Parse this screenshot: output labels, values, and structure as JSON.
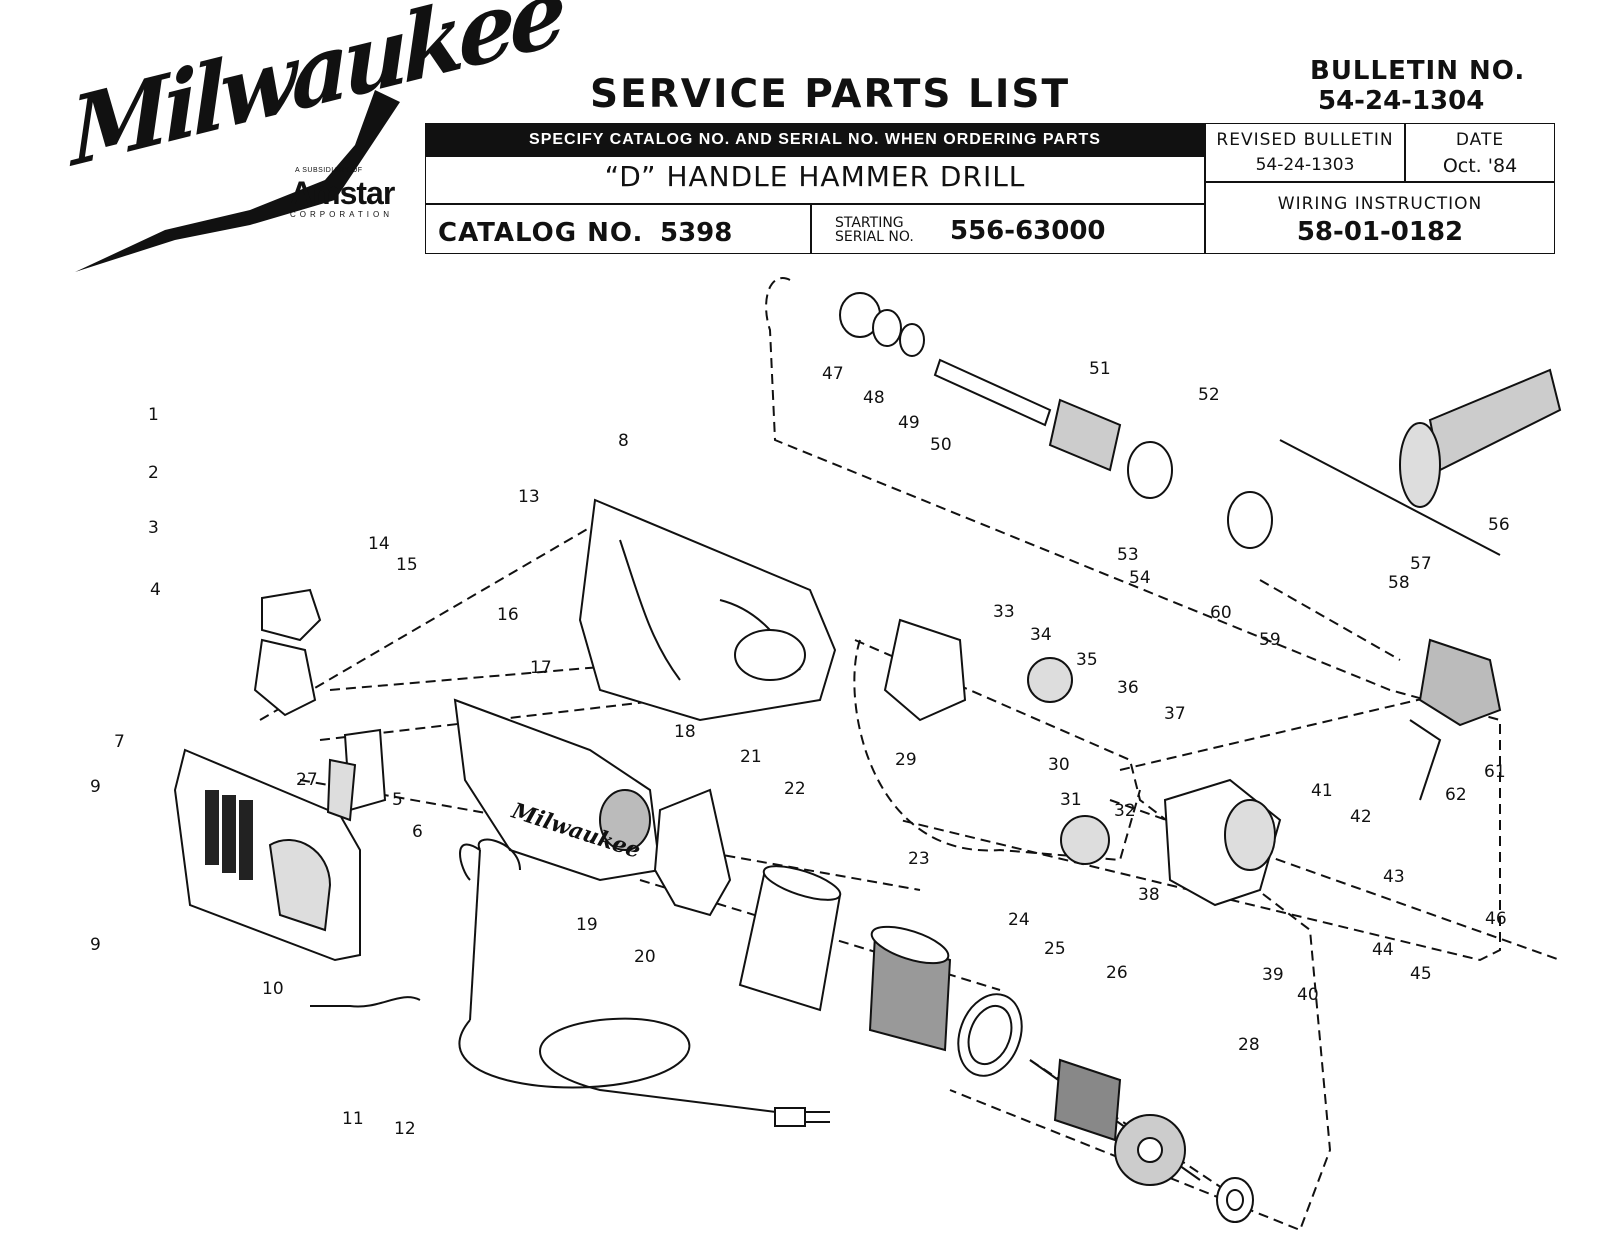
{
  "brand": {
    "logo_text": "Milwaukee",
    "subsidiary_prefix": "A SUBSIDIARY OF",
    "subsidiary_name": "Amstar",
    "subsidiary_suffix": "CORPORATION"
  },
  "header": {
    "title": "SERVICE PARTS LIST",
    "bulletin_label": "BULLETIN NO.",
    "bulletin_number": "54-24-1304",
    "ordering_note": "SPECIFY CATALOG NO. AND SERIAL NO. WHEN ORDERING PARTS",
    "product_name": "“D” HANDLE HAMMER DRILL",
    "catalog_label": "CATALOG NO.",
    "catalog_number": "5398",
    "serial_label_line1": "STARTING",
    "serial_label_line2": "SERIAL NO.",
    "serial_number": "556-63000",
    "revised_bulletin_label": "REVISED BULLETIN",
    "revised_bulletin_number": "54-24-1303",
    "date_label": "DATE",
    "date_value": "Oct. '84",
    "wiring_label": "WIRING INSTRUCTION",
    "wiring_number": "58-01-0182"
  },
  "diagram": {
    "callouts": [
      "1",
      "2",
      "3",
      "4",
      "5",
      "6",
      "7",
      "8",
      "9",
      "9",
      "10",
      "11",
      "12",
      "13",
      "14",
      "15",
      "16",
      "17",
      "18",
      "19",
      "20",
      "21",
      "22",
      "23",
      "24",
      "25",
      "26",
      "27",
      "28",
      "29",
      "30",
      "31",
      "32",
      "33",
      "34",
      "35",
      "36",
      "37",
      "38",
      "39",
      "40",
      "41",
      "42",
      "43",
      "44",
      "45",
      "46",
      "47",
      "48",
      "49",
      "50",
      "51",
      "52",
      "53",
      "54",
      "56",
      "57",
      "58",
      "59",
      "60",
      "61",
      "62"
    ]
  }
}
